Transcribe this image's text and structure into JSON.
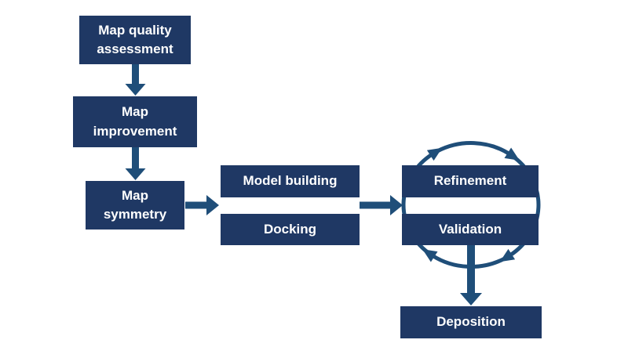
{
  "diagram": {
    "title": "cryo-EM map to model workflow flowchart",
    "colors": {
      "background": "#ffffff",
      "node_fill": "#1f3864",
      "node_text": "#ffffff",
      "arrow": "#1f4e79"
    },
    "nodes": {
      "map_quality": "Map quality\nassessment",
      "map_improvement": "Map\nimprovement",
      "map_symmetry": "Map\nsymmetry",
      "model_building": "Model building",
      "docking": "Docking",
      "refinement": "Refinement",
      "validation": "Validation",
      "deposition": "Deposition"
    },
    "edges": [
      "Map quality assessment -> Map improvement",
      "Map improvement -> Map symmetry",
      "Map symmetry -> Model building / Docking",
      "Model building / Docking -> Refinement / Validation",
      "Refinement <-> Validation (clockwise cycle)",
      "Validation -> Deposition"
    ]
  }
}
